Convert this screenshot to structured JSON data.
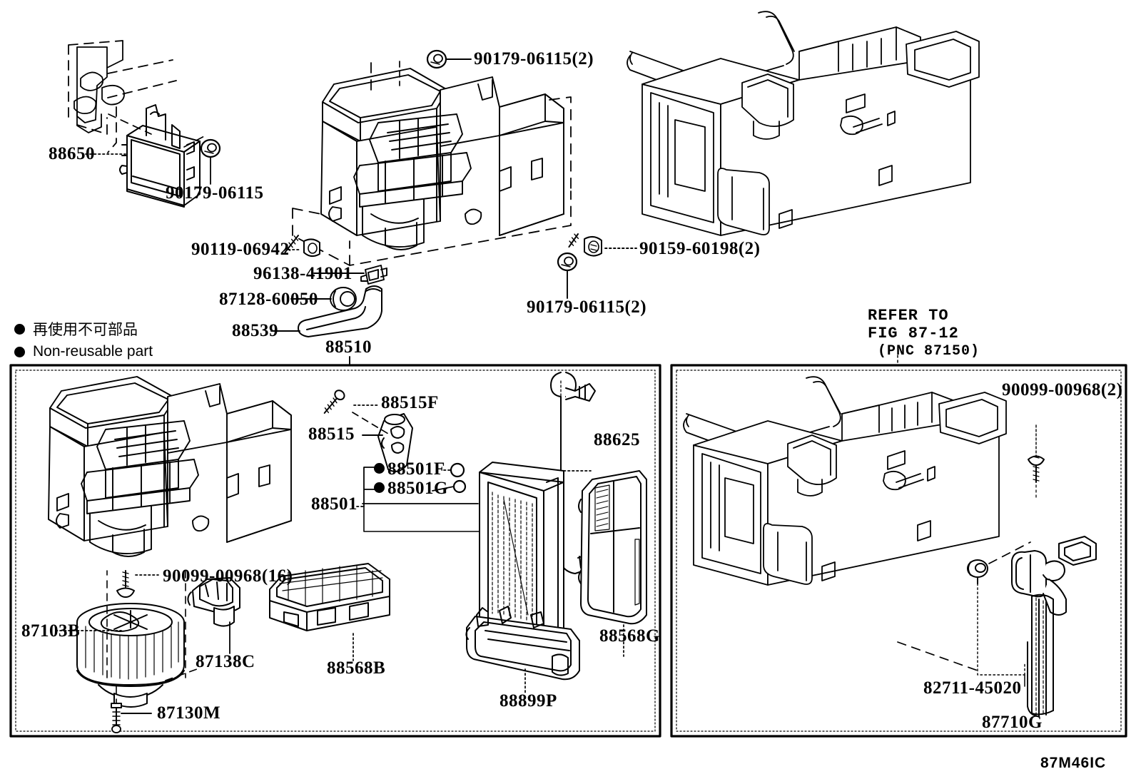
{
  "figure": {
    "code": "87M46IC",
    "legend": {
      "jp": "再使用不可部品",
      "en": "Non-reusable part"
    },
    "refer": {
      "line1": "REFER TO",
      "line2": "FIG 87-12",
      "line3": "(PNC 87150)"
    }
  },
  "top_section": {
    "labels": [
      {
        "id": "ecu",
        "text": "88650"
      },
      {
        "id": "ecu-screw",
        "text": "90179-06115"
      },
      {
        "id": "blower-case-screw-top",
        "text": "90179-06115(2)"
      },
      {
        "id": "bolt-left",
        "text": "90119-06942"
      },
      {
        "id": "clamp",
        "text": "96138-41901"
      },
      {
        "id": "grommet",
        "text": "87128-60050"
      },
      {
        "id": "drain-hose",
        "text": "88539"
      },
      {
        "id": "bolt-right",
        "text": "90159-60198(2)"
      },
      {
        "id": "screw-lower",
        "text": "90179-06115(2)"
      },
      {
        "id": "cooler-unit",
        "text": "88510"
      }
    ]
  },
  "left_panel": {
    "labels": [
      {
        "id": "expansion-valve-bolt",
        "text": "88515F"
      },
      {
        "id": "expansion-valve",
        "text": "88515"
      },
      {
        "id": "oring-f",
        "text": "88501F",
        "nonreusable": true
      },
      {
        "id": "oring-g",
        "text": "88501G",
        "nonreusable": true
      },
      {
        "id": "oring-group",
        "text": "88501"
      },
      {
        "id": "thermistor",
        "text": "88625"
      },
      {
        "id": "evaporator-core",
        "text": "88501"
      },
      {
        "id": "air-filter-case",
        "text": "88568G"
      },
      {
        "id": "blower-motor",
        "text": "87103B"
      },
      {
        "id": "blower-screw",
        "text": "90099-00968(16)"
      },
      {
        "id": "resistor",
        "text": "87138C"
      },
      {
        "id": "blower-motor-screw",
        "text": "87130M"
      },
      {
        "id": "air-filter",
        "text": "88568B"
      },
      {
        "id": "filter-cover",
        "text": "88899P"
      }
    ]
  },
  "right_panel": {
    "labels": [
      {
        "id": "heater-screw",
        "text": "90099-00968(2)"
      },
      {
        "id": "clip",
        "text": "82711-45020"
      },
      {
        "id": "water-hose",
        "text": "87710G"
      }
    ]
  },
  "colors": {
    "ink": "#000000",
    "paper": "#ffffff"
  }
}
